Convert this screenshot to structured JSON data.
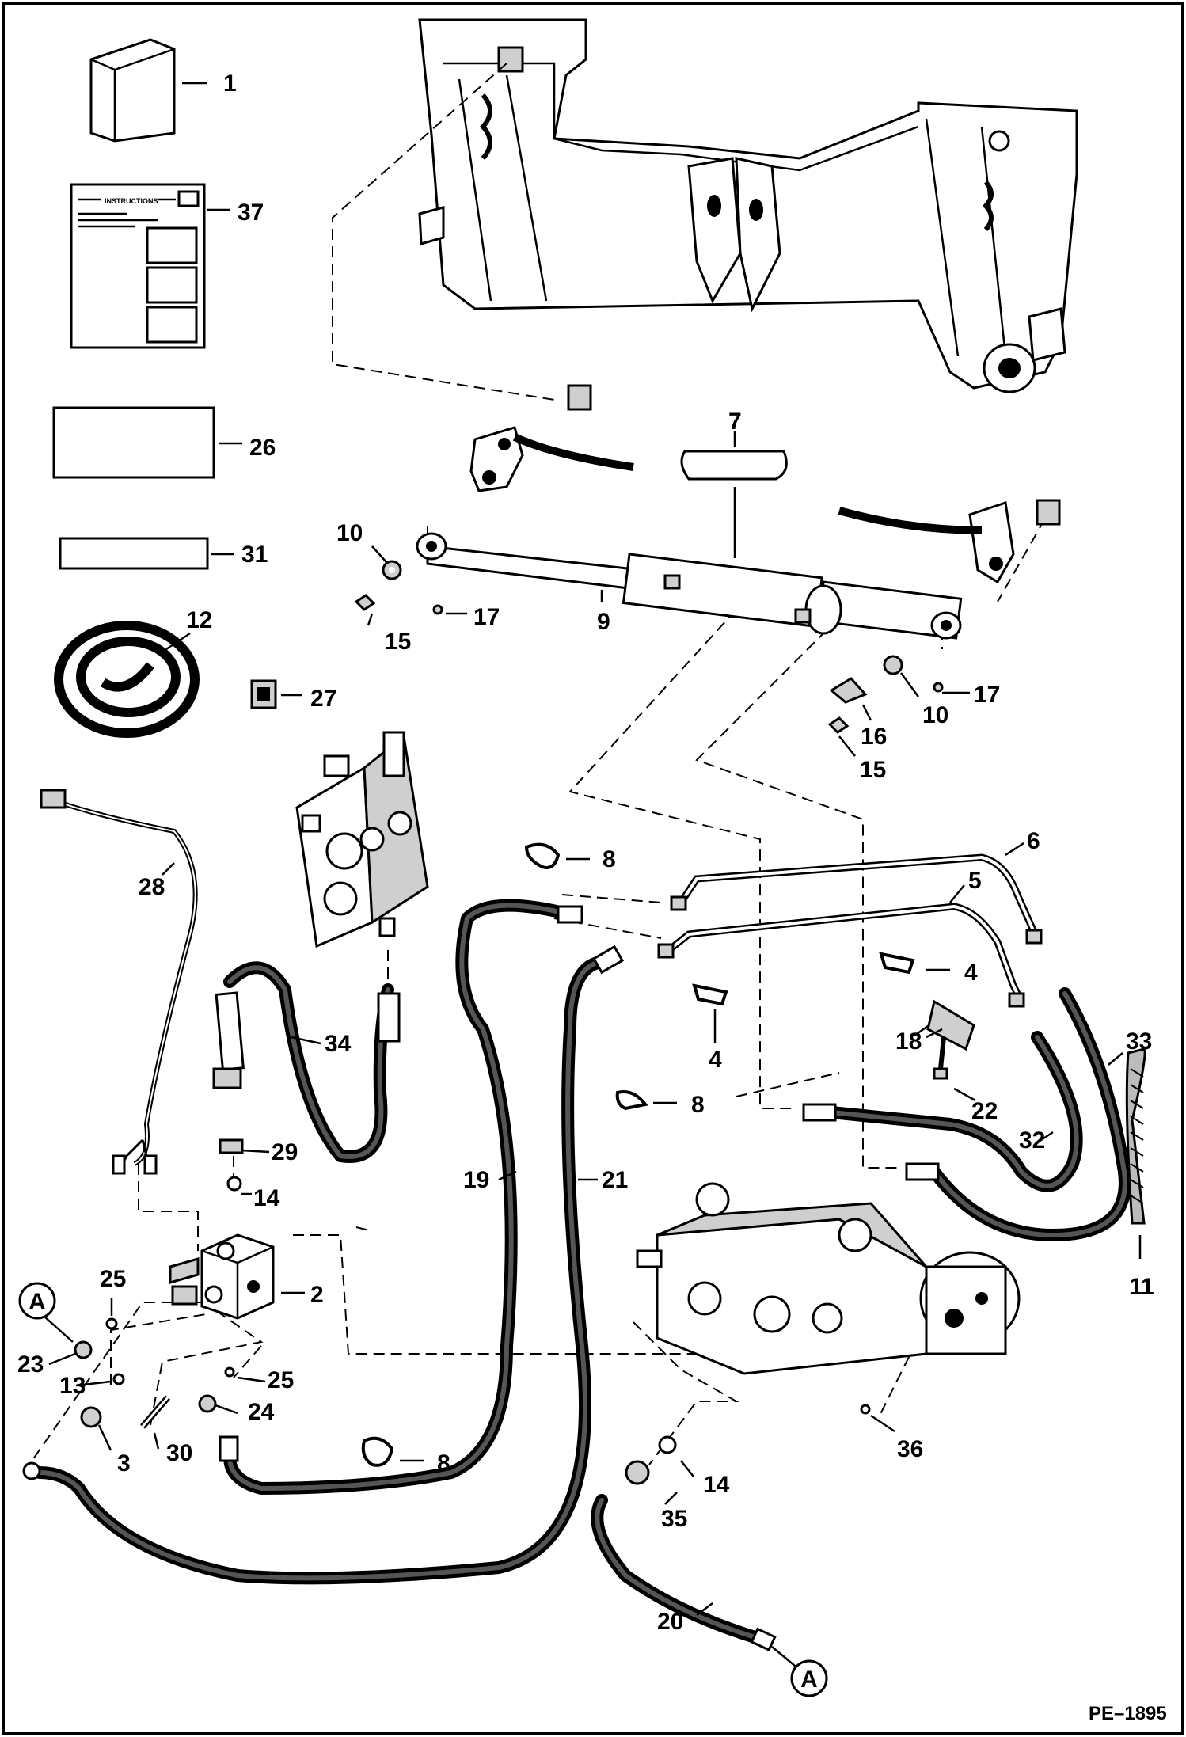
{
  "diagram": {
    "doc_code": "PE–1895",
    "connector_symbol": "A",
    "instructions_heading": "INSTRUCTIONS",
    "callouts": [
      "1",
      "2",
      "3",
      "4",
      "5",
      "6",
      "7",
      "8",
      "9",
      "10",
      "11",
      "12",
      "13",
      "14",
      "15",
      "16",
      "17",
      "18",
      "19",
      "20",
      "21",
      "22",
      "23",
      "24",
      "25",
      "26",
      "27",
      "28",
      "29",
      "30",
      "31",
      "32",
      "33",
      "34",
      "35",
      "36",
      "37"
    ]
  }
}
